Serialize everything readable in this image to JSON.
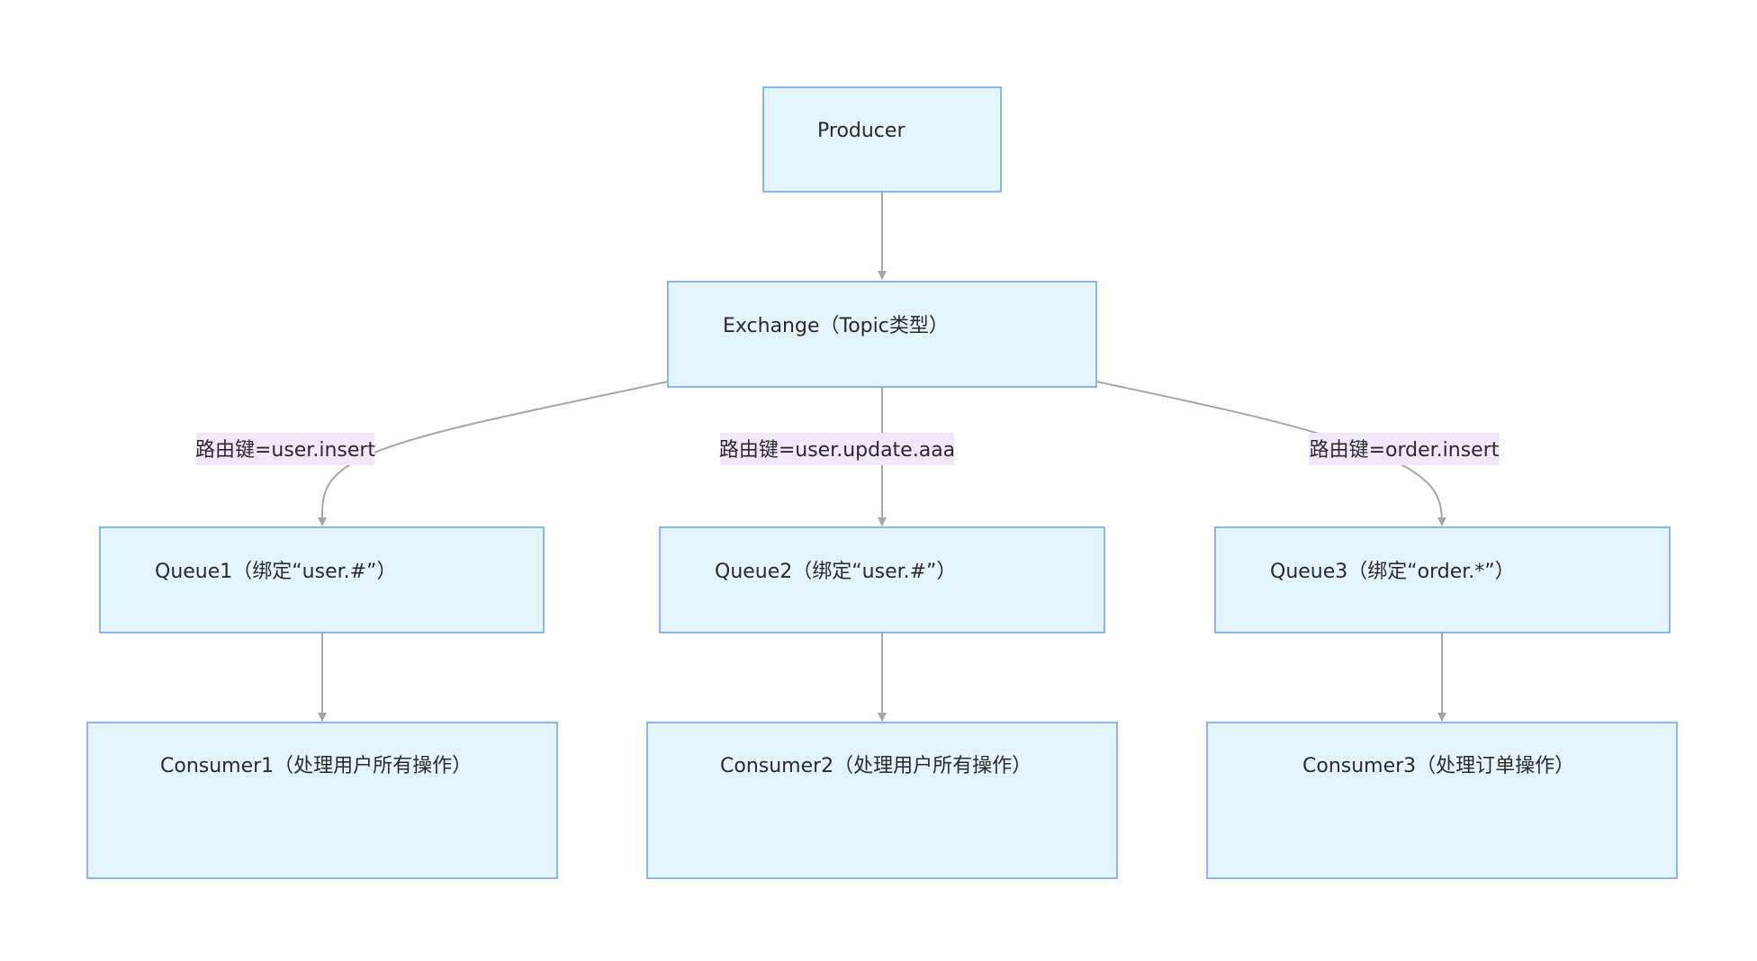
{
  "colors": {
    "node_fill": "#e5f5fd",
    "node_border": "#6fa7f0",
    "edge": "#a6a6a6",
    "edge_label_bg": "#f3e7fb",
    "text": "#2a2a2a"
  },
  "nodes": {
    "producer": "Producer",
    "exchange": "Exchange（Topic类型）",
    "queue1": "Queue1（绑定“user.#”）",
    "queue2": "Queue2（绑定“user.#”）",
    "queue3": "Queue3（绑定“order.*”）",
    "consumer1": "Consumer1（处理用户所有操作）",
    "consumer2": "Consumer2（处理用户所有操作）",
    "consumer3": "Consumer3（处理订单操作）"
  },
  "edge_labels": {
    "to_queue1": "路由键=user.insert",
    "to_queue2": "路由键=user.update.aaa",
    "to_queue3": "路由键=order.insert"
  }
}
